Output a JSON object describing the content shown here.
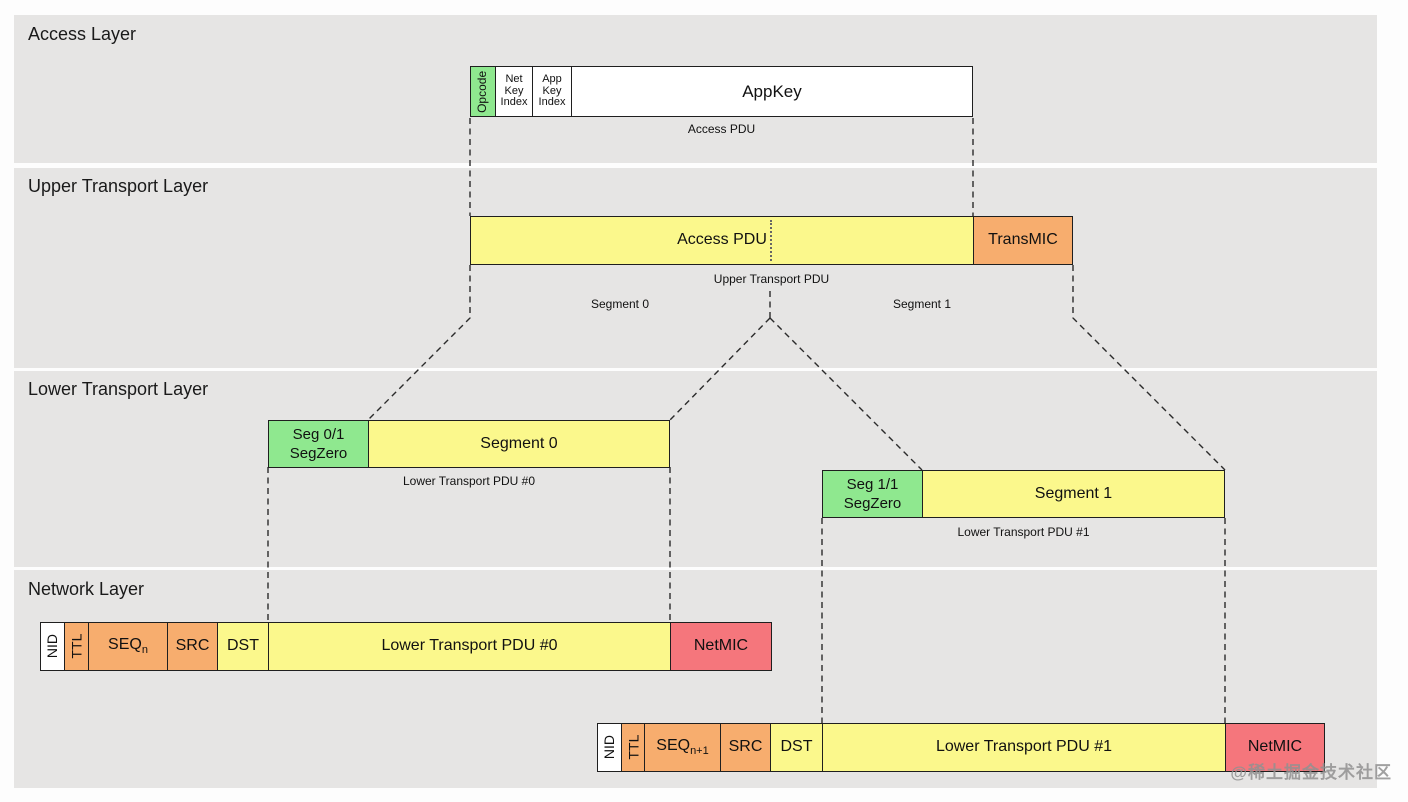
{
  "colors": {
    "band": "#e6e5e4",
    "green": "#8fe88f",
    "yellow": "#fbf88c",
    "orange": "#f7ad6e",
    "red": "#f5767c",
    "border": "#1f1f1f",
    "line": "#2b2b2b"
  },
  "layers": {
    "access": "Access Layer",
    "upper": "Upper Transport Layer",
    "lower": "Lower Transport Layer",
    "network": "Network Layer"
  },
  "access_layer": {
    "pdu": {
      "opcode": "Opcode",
      "net_key_index": "Net Key Index",
      "app_key_index": "App Key Index",
      "appkey": "AppKey"
    },
    "caption": "Access PDU"
  },
  "upper_layer": {
    "pdu": {
      "access_pdu": "Access PDU",
      "transmic": "TransMIC"
    },
    "caption": "Upper Transport PDU",
    "segment0": "Segment 0",
    "segment1": "Segment 1"
  },
  "lower_layer": {
    "pdu0": {
      "header_line1": "Seg 0/1",
      "header_line2": "SegZero",
      "body": "Segment 0",
      "caption": "Lower Transport PDU #0"
    },
    "pdu1": {
      "header_line1": "Seg 1/1",
      "header_line2": "SegZero",
      "body": "Segment 1",
      "caption": "Lower Transport PDU #1"
    }
  },
  "network_layer": {
    "pdu0": {
      "nid": "NID",
      "ttl": "TTL",
      "seq": "SEQ",
      "seq_sub": "n",
      "src": "SRC",
      "dst": "DST",
      "body": "Lower Transport PDU #0",
      "netmic": "NetMIC"
    },
    "pdu1": {
      "nid": "NID",
      "ttl": "TTL",
      "seq": "SEQ",
      "seq_sub": "n+1",
      "src": "SRC",
      "dst": "DST",
      "body": "Lower Transport PDU #1",
      "netmic": "NetMIC"
    }
  },
  "watermark": "@稀土掘金技术社区"
}
